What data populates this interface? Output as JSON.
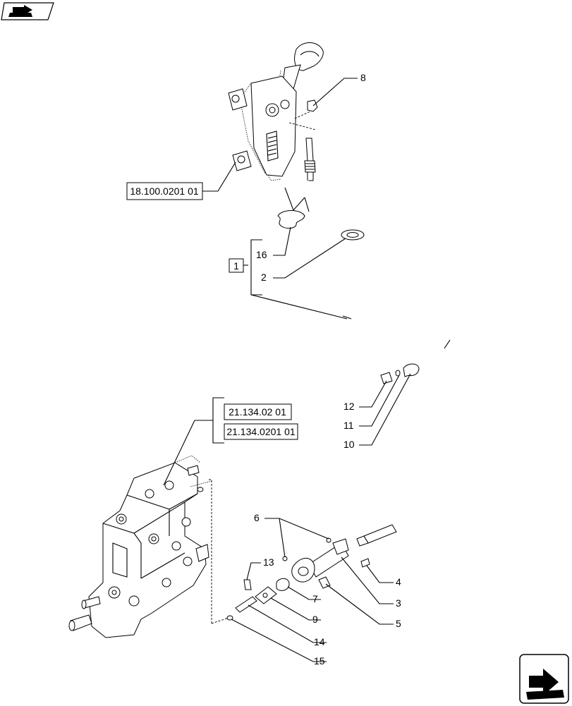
{
  "icons": {
    "top_left": "book-arrow-icon",
    "bottom_right": "next-page-arrow-icon"
  },
  "references": {
    "shift_lever": "18.100.0201 01",
    "valve_a": "21.134.02 01",
    "valve_b": "21.134.0201 01"
  },
  "kit": {
    "number": "1"
  },
  "callouts": {
    "c2": "2",
    "c3": "3",
    "c4": "4",
    "c5": "5",
    "c6": "6",
    "c7": "7",
    "c8": "8",
    "c9": "9",
    "c10": "10",
    "c11": "11",
    "c12": "12",
    "c13": "13",
    "c14": "14",
    "c15": "15",
    "c16": "16"
  }
}
